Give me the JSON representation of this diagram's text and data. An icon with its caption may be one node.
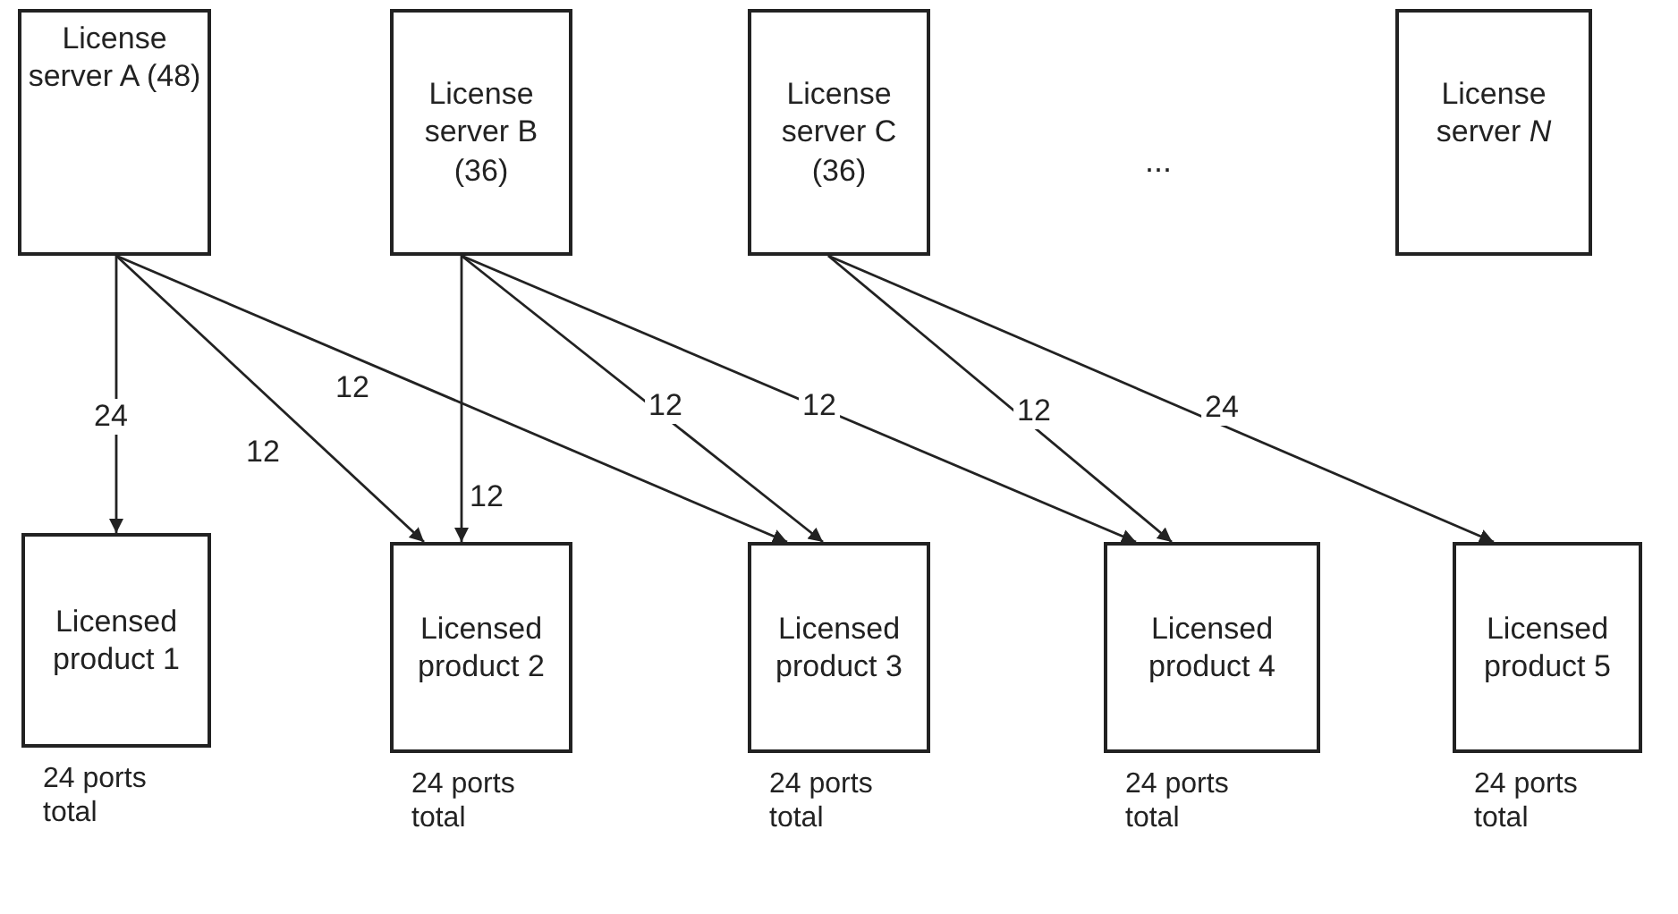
{
  "diagram": {
    "nodes": [
      {
        "text": [
          "License server A (48)"
        ]
      },
      {
        "text": [
          "License server B (36)"
        ]
      },
      {
        "text": [
          "License server C (36)"
        ]
      },
      {
        "text": [
          "License server *N*"
        ]
      },
      {
        "text": [
          "Licensed product 1"
        ],
        "beside": [
          "24 ports total"
        ]
      },
      {
        "text": [
          "Licensed product 2"
        ],
        "beside": [
          "24 ports total"
        ]
      },
      {
        "text": [
          "Licensed product 3"
        ],
        "beside": [
          "24 ports total"
        ]
      },
      {
        "text": [
          "Licensed product 4"
        ],
        "beside": [
          "24 ports total"
        ]
      },
      {
        "text": [
          "Licensed product 5"
        ],
        "beside": [
          "24 ports total"
        ]
      }
    ],
    "edges": [
      {
        "from": 0,
        "to": 4,
        "arrow": "to",
        "label": "24"
      },
      {
        "from": 0,
        "to": 5,
        "arrow": "to",
        "label": "12"
      },
      {
        "from": 0,
        "to": 6,
        "arrow": "to",
        "label": "12"
      },
      {
        "from": 1,
        "to": 5,
        "arrow": "to",
        "label": "12"
      },
      {
        "from": 1,
        "to": 6,
        "arrow": "to",
        "label": "12"
      },
      {
        "from": 1,
        "to": 7,
        "arrow": "to",
        "label": "12"
      },
      {
        "from": 2,
        "to": 7,
        "arrow": "to",
        "label": "12"
      },
      {
        "from": 2,
        "to": 8,
        "arrow": "to",
        "label": "24"
      }
    ],
    "labels": [
      "..."
    ]
  }
}
